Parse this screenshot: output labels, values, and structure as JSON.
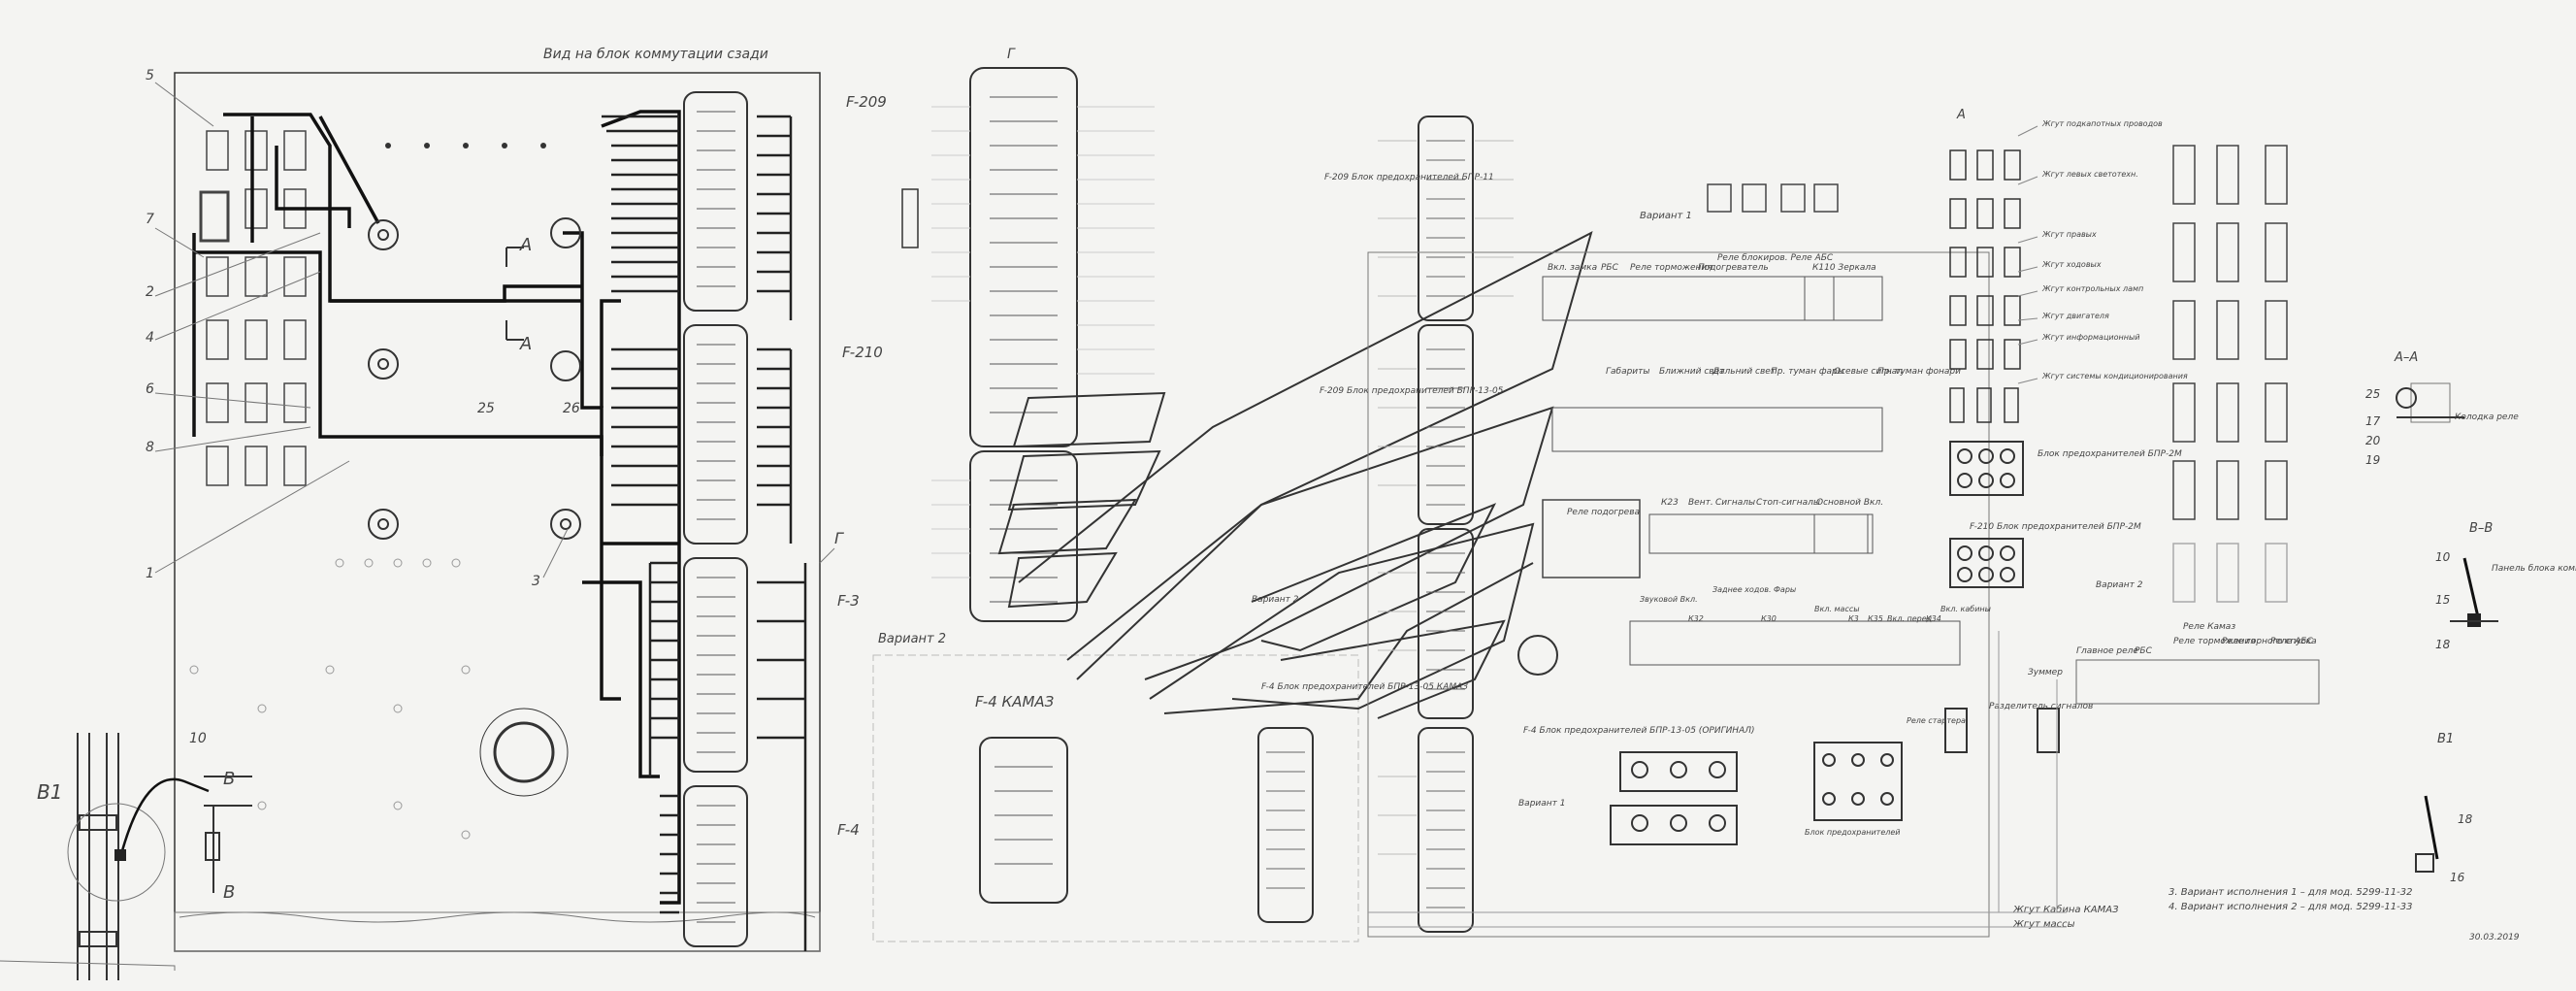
{
  "main_title": "Вид на блок коммутации сзади",
  "leaders": [
    "5",
    "7",
    "2",
    "4",
    "6",
    "8",
    "1",
    "10",
    "25",
    "26",
    "3"
  ],
  "section_marks": {
    "a": "А",
    "b": "В",
    "b1": "В1",
    "g": "Г"
  },
  "fuse_labels": [
    "F-209",
    "F-210",
    "F-3",
    "F-4",
    "F-4 КАМАЗ"
  ],
  "variant_labels": [
    "Вариант 1",
    "Вариант 2"
  ],
  "center_labels": [
    "F-209 Блок предохранителей БПР-11",
    "F-209 Блок предохранителей БПР-13-05",
    "F-4 Блок предохранителей БПР-13-05 КАМАЗ",
    "F-4 Блок предохранителей БПР-13-05 (ОРИГИНАЛ)"
  ],
  "relay_top": [
    "Вкл. замка",
    "РБС",
    "Реле торможения",
    "Подогреватель",
    "Реле блокиров. Реле АБС",
    "К110 Зеркала"
  ],
  "relay_mid": [
    "Габариты",
    "Ближний свет",
    "Дальний свет",
    "Пр. туман фары",
    "Осевые сигнал",
    "Пр. туман фонари"
  ],
  "relay_low": [
    "Реле подогрева",
    "К23",
    "Вент.",
    "Сигналы",
    "Стоп-сигналы",
    "Основной Вкл."
  ],
  "relay_bottom": [
    "Звуковой Вкл.",
    "К32",
    "Заднее ходов. Фары",
    "К30",
    "Вкл. массы",
    "К3",
    "К35",
    "Вкл. перед",
    "К34",
    "Вкл. кабины"
  ],
  "bottom_labels": [
    "Жгут Кабина КАМАЗ",
    "Жгут массы",
    "Разделитель сигналов",
    "Зуммер",
    "Блок предохранителей",
    "Реле стартера"
  ],
  "harness_labels": [
    "Жгут подкапотных проводов",
    "Жгут левых светотехн.",
    "Жгут правых",
    "Жгут ходовых",
    "Жгут контрольных ламп",
    "Жгут двигателя",
    "Жгут информационный",
    "Жгут системы кондиционирования"
  ],
  "right_labels": [
    "Блок предохранителей БПР-2М",
    "F-210 Блок предохранителей БПР-2М"
  ],
  "relay_row": [
    "Главное реле",
    "РБС",
    "Реле торможения",
    "Реле горного спуска",
    "Реле АБС",
    "Реле Камаз"
  ],
  "section_aa": "А–А",
  "section_aa_nums": [
    "25",
    "17",
    "20",
    "19"
  ],
  "section_aa_note": "Колодка реле",
  "section_bb": "В–В",
  "section_bb_nums": [
    "10",
    "15",
    "18"
  ],
  "section_bb_note": "Панель блока коммутации",
  "section_b1": "В1",
  "section_b1_nums": [
    "18",
    "16"
  ],
  "notes": [
    "3. Вариант исполнения 1 – для мод. 5299-11-32",
    "4. Вариант исполнения 2 – для мод. 5299-11-33"
  ],
  "date": "30.03.2019"
}
